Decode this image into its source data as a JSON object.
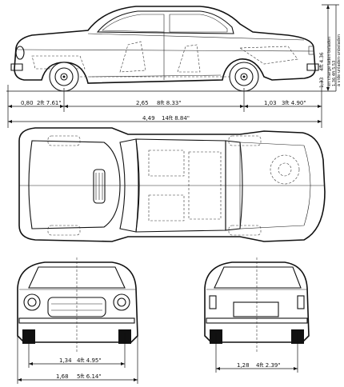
{
  "dimensions": {
    "front_overhang": {
      "metric": "0,80",
      "imperial": "2ft 7.61\""
    },
    "wheelbase": {
      "metric": "2,65",
      "imperial": "8ft 8.33\""
    },
    "rear_overhang": {
      "metric": "1,03",
      "imperial": "3ft 4.90\""
    },
    "overall_length": {
      "metric": "4,49",
      "imperial": "14ft 8.84\""
    },
    "overall_height": {
      "metric": "1,33",
      "imperial": "4ft 4.36"
    },
    "height_note_1": "en charge·laden·beladen",
    "height_note_2": "1,36 4ft 5.53",
    "height_note_3": "à vide·unladen·unbeladen",
    "front_track": {
      "metric": "1,34",
      "imperial": "4ft 4.95\""
    },
    "overall_width": {
      "metric": "1,68",
      "imperial": "5ft 6.14\""
    },
    "rear_track": {
      "metric": "1,28",
      "imperial": "4ft 2.39\""
    }
  }
}
